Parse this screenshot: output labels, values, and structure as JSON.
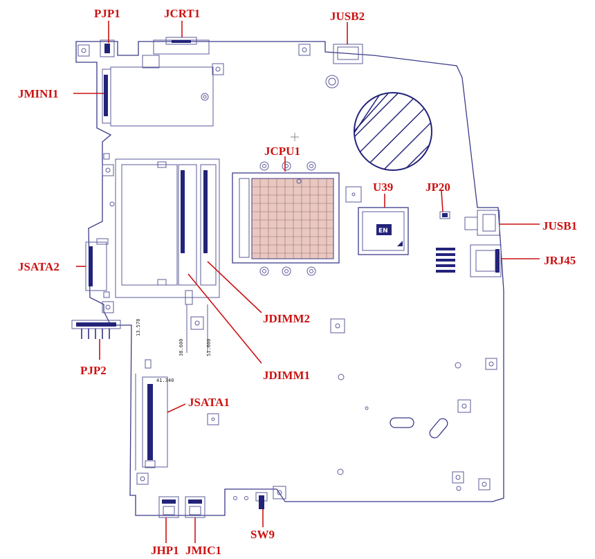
{
  "colors": {
    "label": "#cc1111",
    "outline": "#3a3a8a",
    "dark": "#23237a",
    "background": "#ffffff"
  },
  "labels": {
    "pjp1": "PJP1",
    "jcrt1": "JCRT1",
    "jusb2": "JUSB2",
    "jmini1": "JMINI1",
    "jcpu1": "JCPU1",
    "u39": "U39",
    "jp20": "JP20",
    "jusb1": "JUSB1",
    "jsata2": "JSATA2",
    "jrj45": "JRJ45",
    "jdimm2": "JDIMM2",
    "pjp2": "PJP2",
    "jdimm1": "JDIMM1",
    "jsata1": "JSATA1",
    "sw9": "SW9",
    "jhp1": "JHP1",
    "jmic1": "JMIC1"
  },
  "dimensions": {
    "d1": "13.578",
    "d2": "41.340",
    "d3": "38.600",
    "d4": "51.600"
  },
  "chip_marking": "EN"
}
